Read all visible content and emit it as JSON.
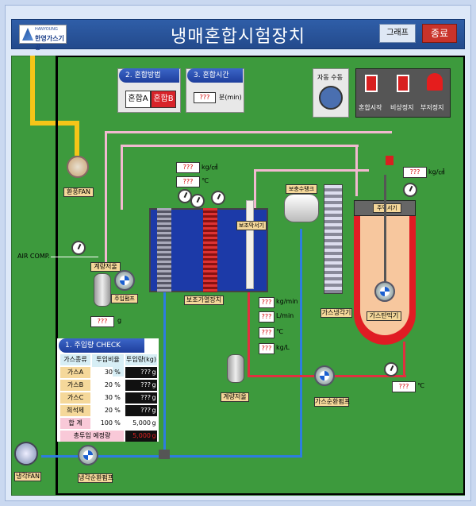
{
  "header": {
    "title": "냉매혼합시험장치",
    "logo_small": "HANYOUNG",
    "logo_company": "한영가스기공",
    "graph_button": "그래프",
    "exit_button": "종료"
  },
  "mixing_method": {
    "header": "2. 혼합방법",
    "option_a": "혼합A",
    "option_b": "혼합B",
    "selected": "혼합B"
  },
  "mixing_time": {
    "header": "3. 혼합시간",
    "value": "???",
    "unit": "분(min)"
  },
  "control": {
    "mode_label": "자동 수동",
    "buttons": [
      {
        "label": "혼합시작"
      },
      {
        "label": "비상정지"
      },
      {
        "label": "부저정지"
      }
    ]
  },
  "equipment": {
    "exhaust_fan": "환풍FAN",
    "air_comp": "AIR COMP.",
    "metering_scale": "계량저울",
    "injection_pump": "주입펌프",
    "aux_heater": "보조가열장치",
    "aux_heater2": "보조막서기",
    "aux_tank": "보충수탱크",
    "gas_cooler": "가스냉각기",
    "mixer": "주믹서기",
    "gas_mixer": "가스탄믹기",
    "metering_scale2": "계량저울",
    "gas_circ_pump": "가스순환펌프",
    "cooling_fan": "냉각FAN",
    "cooling_circ_pump": "냉각순환펌프"
  },
  "readings": {
    "pressure_top": {
      "value": "???",
      "unit": "kg/㎠"
    },
    "temp_top": {
      "value": "???",
      "unit": "℃"
    },
    "pressure_right": {
      "value": "???",
      "unit": "kg/㎠"
    },
    "scale_value": {
      "value": "???",
      "unit": "g"
    },
    "flow_kg": {
      "value": "???",
      "unit": "kg/min"
    },
    "flow_l": {
      "value": "???",
      "unit": "L/min"
    },
    "flow_temp": {
      "value": "???",
      "unit": "℃"
    },
    "flow_kgl": {
      "value": "???",
      "unit": "kg/L"
    },
    "temp_right": {
      "value": "???",
      "unit": "℃"
    }
  },
  "check": {
    "header": "1. 주입량 CHECK",
    "columns": [
      "가스종류",
      "투입비율(%)",
      "투입량(kg)"
    ],
    "rows": [
      {
        "name": "가스A",
        "ratio": "30",
        "pct": "%",
        "amount": "???",
        "unit": "g"
      },
      {
        "name": "가스B",
        "ratio": "20",
        "pct": "%",
        "amount": "???",
        "unit": "g"
      },
      {
        "name": "가스C",
        "ratio": "30",
        "pct": "%",
        "amount": "???",
        "unit": "g"
      },
      {
        "name": "희석제",
        "ratio": "20",
        "pct": "%",
        "amount": "???",
        "unit": "g"
      }
    ],
    "total": {
      "name": "합  계",
      "ratio": "100",
      "pct": "%",
      "amount": "5,000",
      "unit": "g"
    },
    "injected": {
      "name": "총투입 예정량",
      "amount": "5,000",
      "unit": "g"
    }
  },
  "colors": {
    "panel": "#3d9a3d",
    "title_bar": "#2f5ea8",
    "exit": "#c9332a",
    "pipe_yellow": "#f5c518",
    "pipe_pink": "#f2b9d0",
    "pipe_blue": "#2d7de0",
    "pipe_red": "#e03040"
  }
}
